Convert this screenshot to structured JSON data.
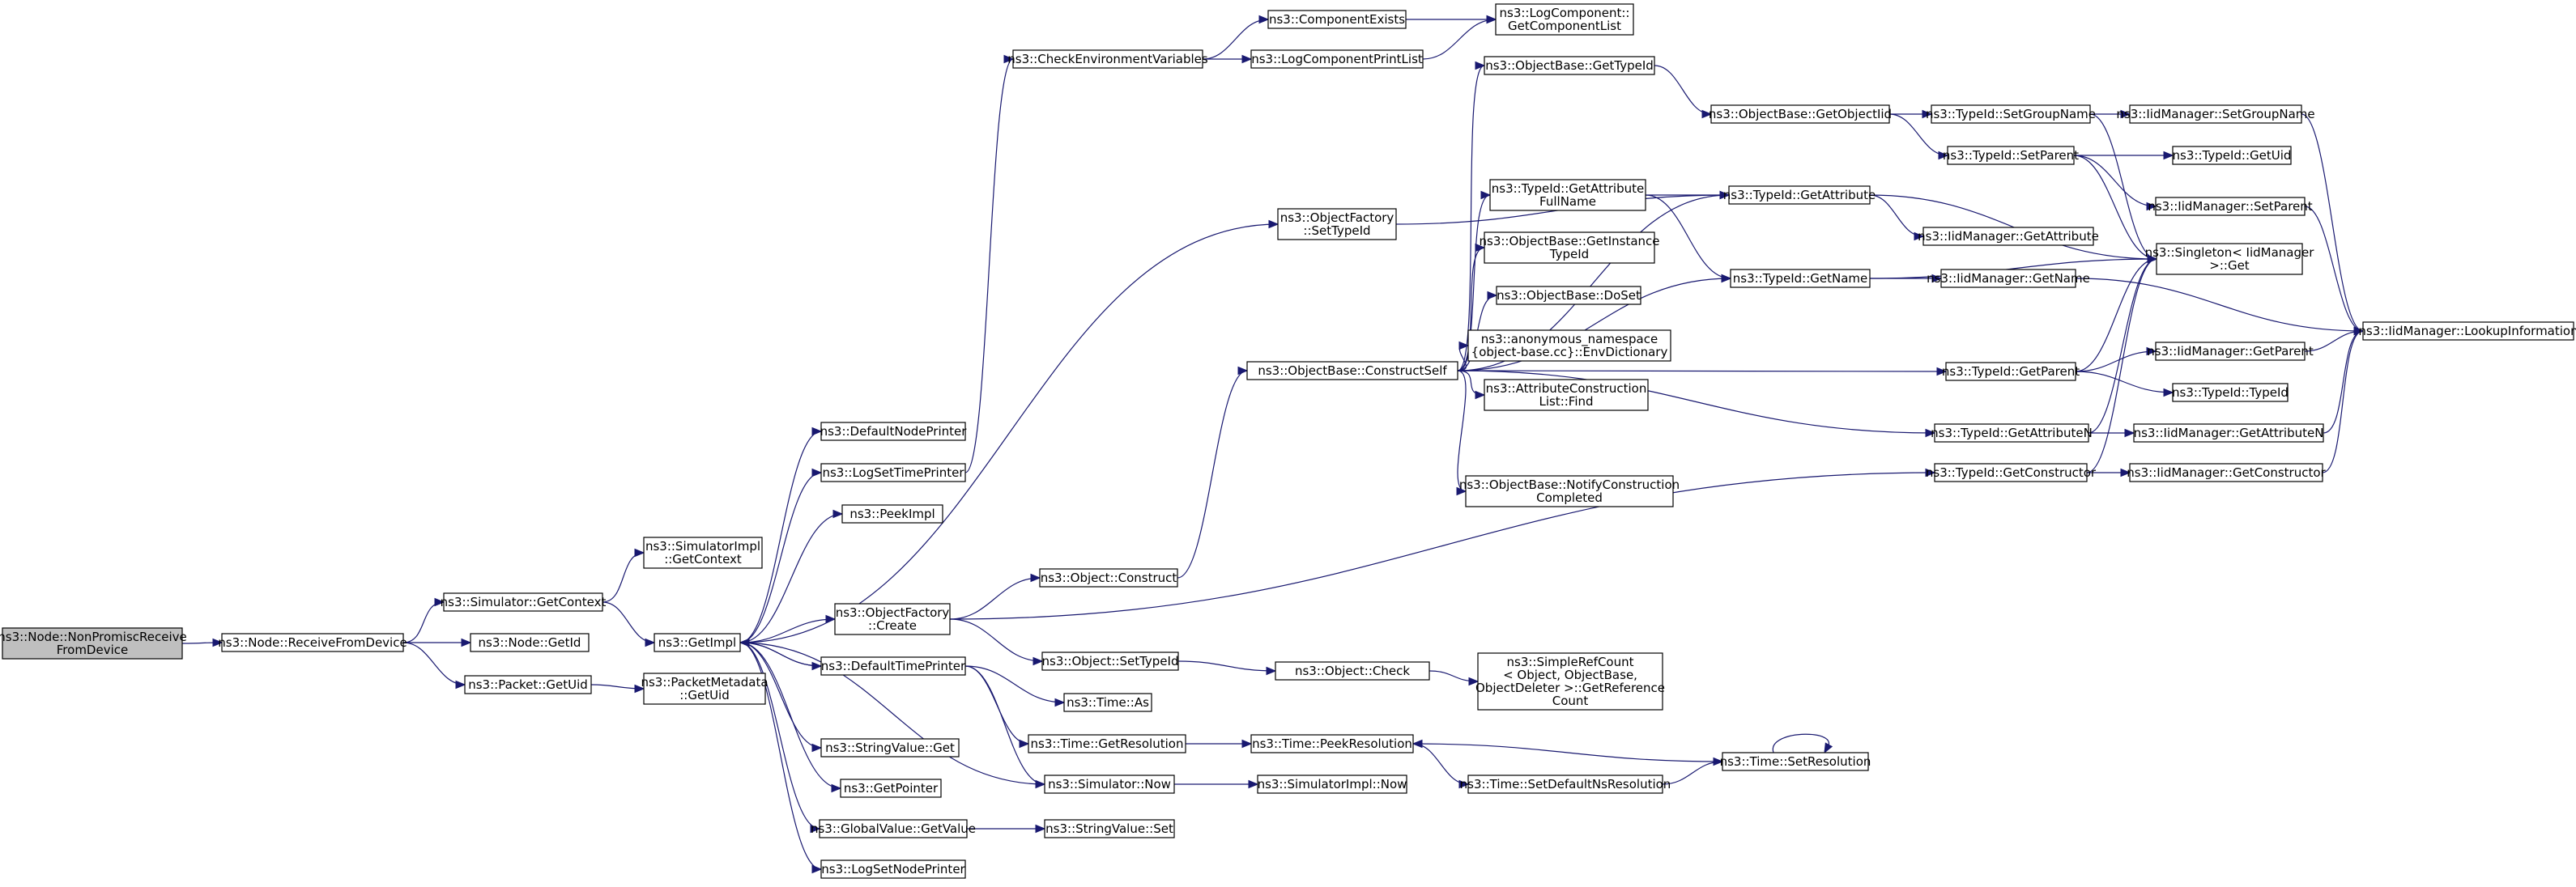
{
  "diagram_type": "call graph",
  "colors": {
    "edge": "#191970",
    "node_border": "#000000",
    "root_fill": "#bfbfbf",
    "node_fill": "#ffffff"
  },
  "nodes": {
    "root": {
      "lines": [
        "ns3::Node::NonPromiscReceive",
        "FromDevice"
      ]
    },
    "rfd": {
      "lines": [
        "ns3::Node::ReceiveFromDevice"
      ]
    },
    "sgc": {
      "lines": [
        "ns3::Simulator::GetContext"
      ]
    },
    "nget": {
      "lines": [
        "ns3::Node::GetId"
      ]
    },
    "pgu": {
      "lines": [
        "ns3::Packet::GetUid"
      ]
    },
    "sigc": {
      "lines": [
        "ns3::SimulatorImpl",
        "::GetContext"
      ]
    },
    "pmgu": {
      "lines": [
        "ns3::PacketMetadata",
        "::GetUid"
      ]
    },
    "gi": {
      "lines": [
        "ns3::GetImpl"
      ]
    },
    "dnp": {
      "lines": [
        "ns3::DefaultNodePrinter"
      ]
    },
    "ltp": {
      "lines": [
        "ns3::LogSetTimePrinter"
      ]
    },
    "pi": {
      "lines": [
        "ns3::PeekImpl"
      ]
    },
    "ofc": {
      "lines": [
        "ns3::ObjectFactory",
        "::Create"
      ]
    },
    "dtp": {
      "lines": [
        "ns3::DefaultTimePrinter"
      ]
    },
    "svg": {
      "lines": [
        "ns3::StringValue::Get"
      ]
    },
    "gp": {
      "lines": [
        "ns3::GetPointer"
      ]
    },
    "gvgv": {
      "lines": [
        "ns3::GlobalValue::GetValue"
      ]
    },
    "lnp": {
      "lines": [
        "ns3::LogSetNodePrinter"
      ]
    },
    "cev": {
      "lines": [
        "ns3::CheckEnvironmentVariables"
      ]
    },
    "ce": {
      "lines": [
        "ns3::ComponentExists"
      ]
    },
    "lcpl": {
      "lines": [
        "ns3::LogComponentPrintList"
      ]
    },
    "lcgcl": {
      "lines": [
        "ns3::LogComponent::",
        "GetComponentList"
      ]
    },
    "ofst": {
      "lines": [
        "ns3::ObjectFactory",
        "::SetTypeId"
      ]
    },
    "oc": {
      "lines": [
        "ns3::Object::Construct"
      ]
    },
    "ost": {
      "lines": [
        "ns3::Object::SetTypeId"
      ]
    },
    "ta": {
      "lines": [
        "ns3::Time::As"
      ]
    },
    "tgr": {
      "lines": [
        "ns3::Time::GetResolution"
      ]
    },
    "sn": {
      "lines": [
        "ns3::Simulator::Now"
      ]
    },
    "ssv": {
      "lines": [
        "ns3::StringValue::Set"
      ]
    },
    "obcs": {
      "lines": [
        "ns3::ObjectBase::ConstructSelf"
      ]
    },
    "ochk": {
      "lines": [
        "ns3::Object::Check"
      ]
    },
    "srgc": {
      "lines": [
        "ns3::SimpleRefCount",
        "< Object, ObjectBase,",
        "ObjectDeleter >::GetReference",
        "Count"
      ]
    },
    "tpr": {
      "lines": [
        "ns3::Time::PeekResolution"
      ]
    },
    "sin": {
      "lines": [
        "ns3::SimulatorImpl::Now"
      ]
    },
    "tsdr": {
      "lines": [
        "ns3::Time::SetDefaultNsResolution"
      ]
    },
    "tsr": {
      "lines": [
        "ns3::Time::SetResolution"
      ]
    },
    "obgt": {
      "lines": [
        "ns3::ObjectBase::GetTypeId"
      ]
    },
    "tgafn": {
      "lines": [
        "ns3::TypeId::GetAttribute",
        "FullName"
      ]
    },
    "obgit": {
      "lines": [
        "ns3::ObjectBase::GetInstance",
        "TypeId"
      ]
    },
    "obds": {
      "lines": [
        "ns3::ObjectBase::DoSet"
      ]
    },
    "aned": {
      "lines": [
        "ns3::anonymous_namespace",
        "{object-base.cc}::EnvDictionary"
      ]
    },
    "aclf": {
      "lines": [
        "ns3::AttributeConstruction",
        "List::Find"
      ]
    },
    "obnc": {
      "lines": [
        "ns3::ObjectBase::NotifyConstruction",
        "Completed"
      ]
    },
    "obgoi": {
      "lines": [
        "ns3::ObjectBase::GetObjectIid"
      ]
    },
    "tga": {
      "lines": [
        "ns3::TypeId::GetAttribute"
      ]
    },
    "tgn": {
      "lines": [
        "ns3::TypeId::GetName"
      ]
    },
    "tgp": {
      "lines": [
        "ns3::TypeId::GetParent"
      ]
    },
    "tgan": {
      "lines": [
        "ns3::TypeId::GetAttributeN"
      ]
    },
    "tgc": {
      "lines": [
        "ns3::TypeId::GetConstructor"
      ]
    },
    "tsgn": {
      "lines": [
        "ns3::TypeId::SetGroupName"
      ]
    },
    "tsp": {
      "lines": [
        "ns3::TypeId::SetParent"
      ]
    },
    "imga": {
      "lines": [
        "ns3::IidManager::GetAttribute"
      ]
    },
    "imgn": {
      "lines": [
        "ns3::IidManager::GetName"
      ]
    },
    "imsgn": {
      "lines": [
        "ns3::IidManager::SetGroupName"
      ]
    },
    "tgu": {
      "lines": [
        "ns3::TypeId::GetUid"
      ]
    },
    "imsp": {
      "lines": [
        "ns3::IidManager::SetParent"
      ]
    },
    "sig": {
      "lines": [
        "ns3::Singleton< IidManager",
        ">::Get"
      ]
    },
    "imgp": {
      "lines": [
        "ns3::IidManager::GetParent"
      ]
    },
    "tti": {
      "lines": [
        "ns3::TypeId::TypeId"
      ]
    },
    "imgan": {
      "lines": [
        "ns3::IidManager::GetAttributeN"
      ]
    },
    "imgc": {
      "lines": [
        "ns3::IidManager::GetConstructor"
      ]
    },
    "imli": {
      "lines": [
        "ns3::IidManager::LookupInformation"
      ]
    }
  }
}
